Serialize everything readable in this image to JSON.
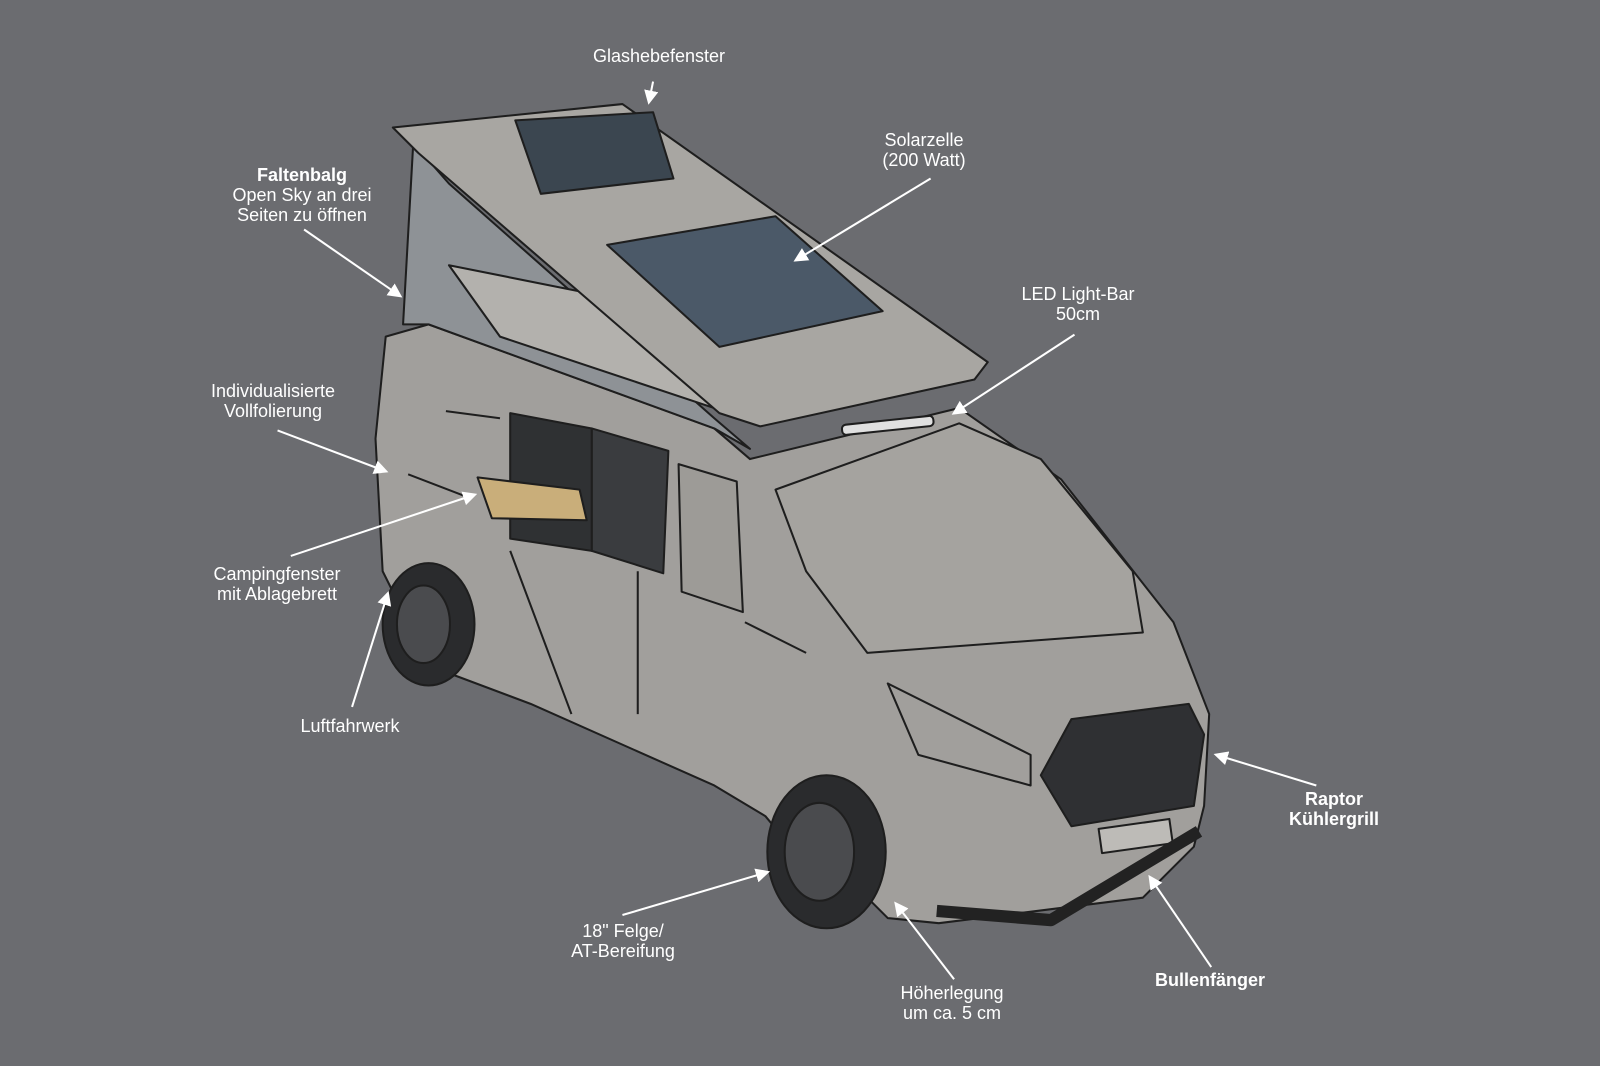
{
  "colors": {
    "background": "#6b6c70",
    "van_body": "#a19f9c",
    "outline": "#1e1e1e",
    "solar": "#4b5968",
    "label_text": "#ffffff"
  },
  "labels": {
    "glashebefenster": {
      "line1": "Glashebefenster"
    },
    "solarzelle": {
      "line1": "Solarzelle",
      "line2": "(200 Watt)"
    },
    "faltenbalg": {
      "title": "Faltenbalg",
      "line1": "Open Sky an drei",
      "line2": "Seiten zu öffnen"
    },
    "led": {
      "line1": "LED Light-Bar",
      "line2": "50cm"
    },
    "folierung": {
      "line1": "Individualisierte",
      "line2": "Vollfolierung"
    },
    "campingfenster": {
      "line1": "Campingfenster",
      "line2": "mit Ablagebrett"
    },
    "luftfahrwerk": {
      "line1": "Luftfahrwerk"
    },
    "raptor": {
      "title1": "Raptor",
      "title2": "Kühlergrill"
    },
    "felge": {
      "line1": "18\" Felge/",
      "line2": "AT-Bereifung"
    },
    "hoeherlegung": {
      "line1": "Höherlegung",
      "line2": "um ca. 5 cm"
    },
    "bullenfaenger": {
      "title": "Bullenfänger"
    }
  }
}
